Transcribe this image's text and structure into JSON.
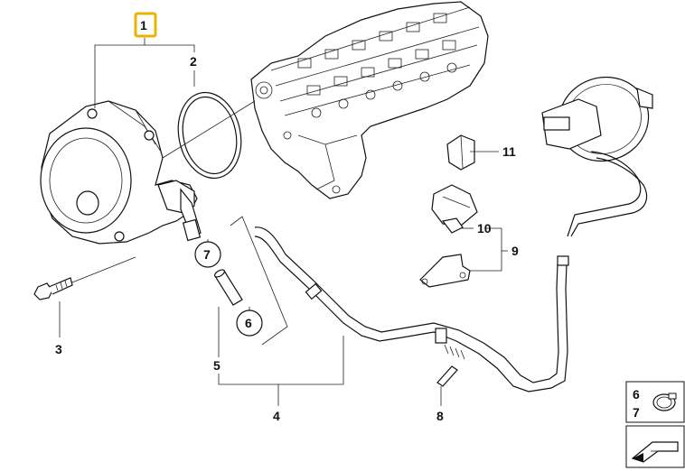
{
  "callouts": {
    "c1": "1",
    "c2": "2",
    "c3": "3",
    "c4": "4",
    "c5": "5",
    "c6": "6",
    "c7": "7",
    "c8": "8",
    "c9": "9",
    "c10": "10",
    "c11": "11"
  },
  "legend": {
    "line1": "6",
    "line2": "7"
  },
  "highlight_color": "#e8b400"
}
